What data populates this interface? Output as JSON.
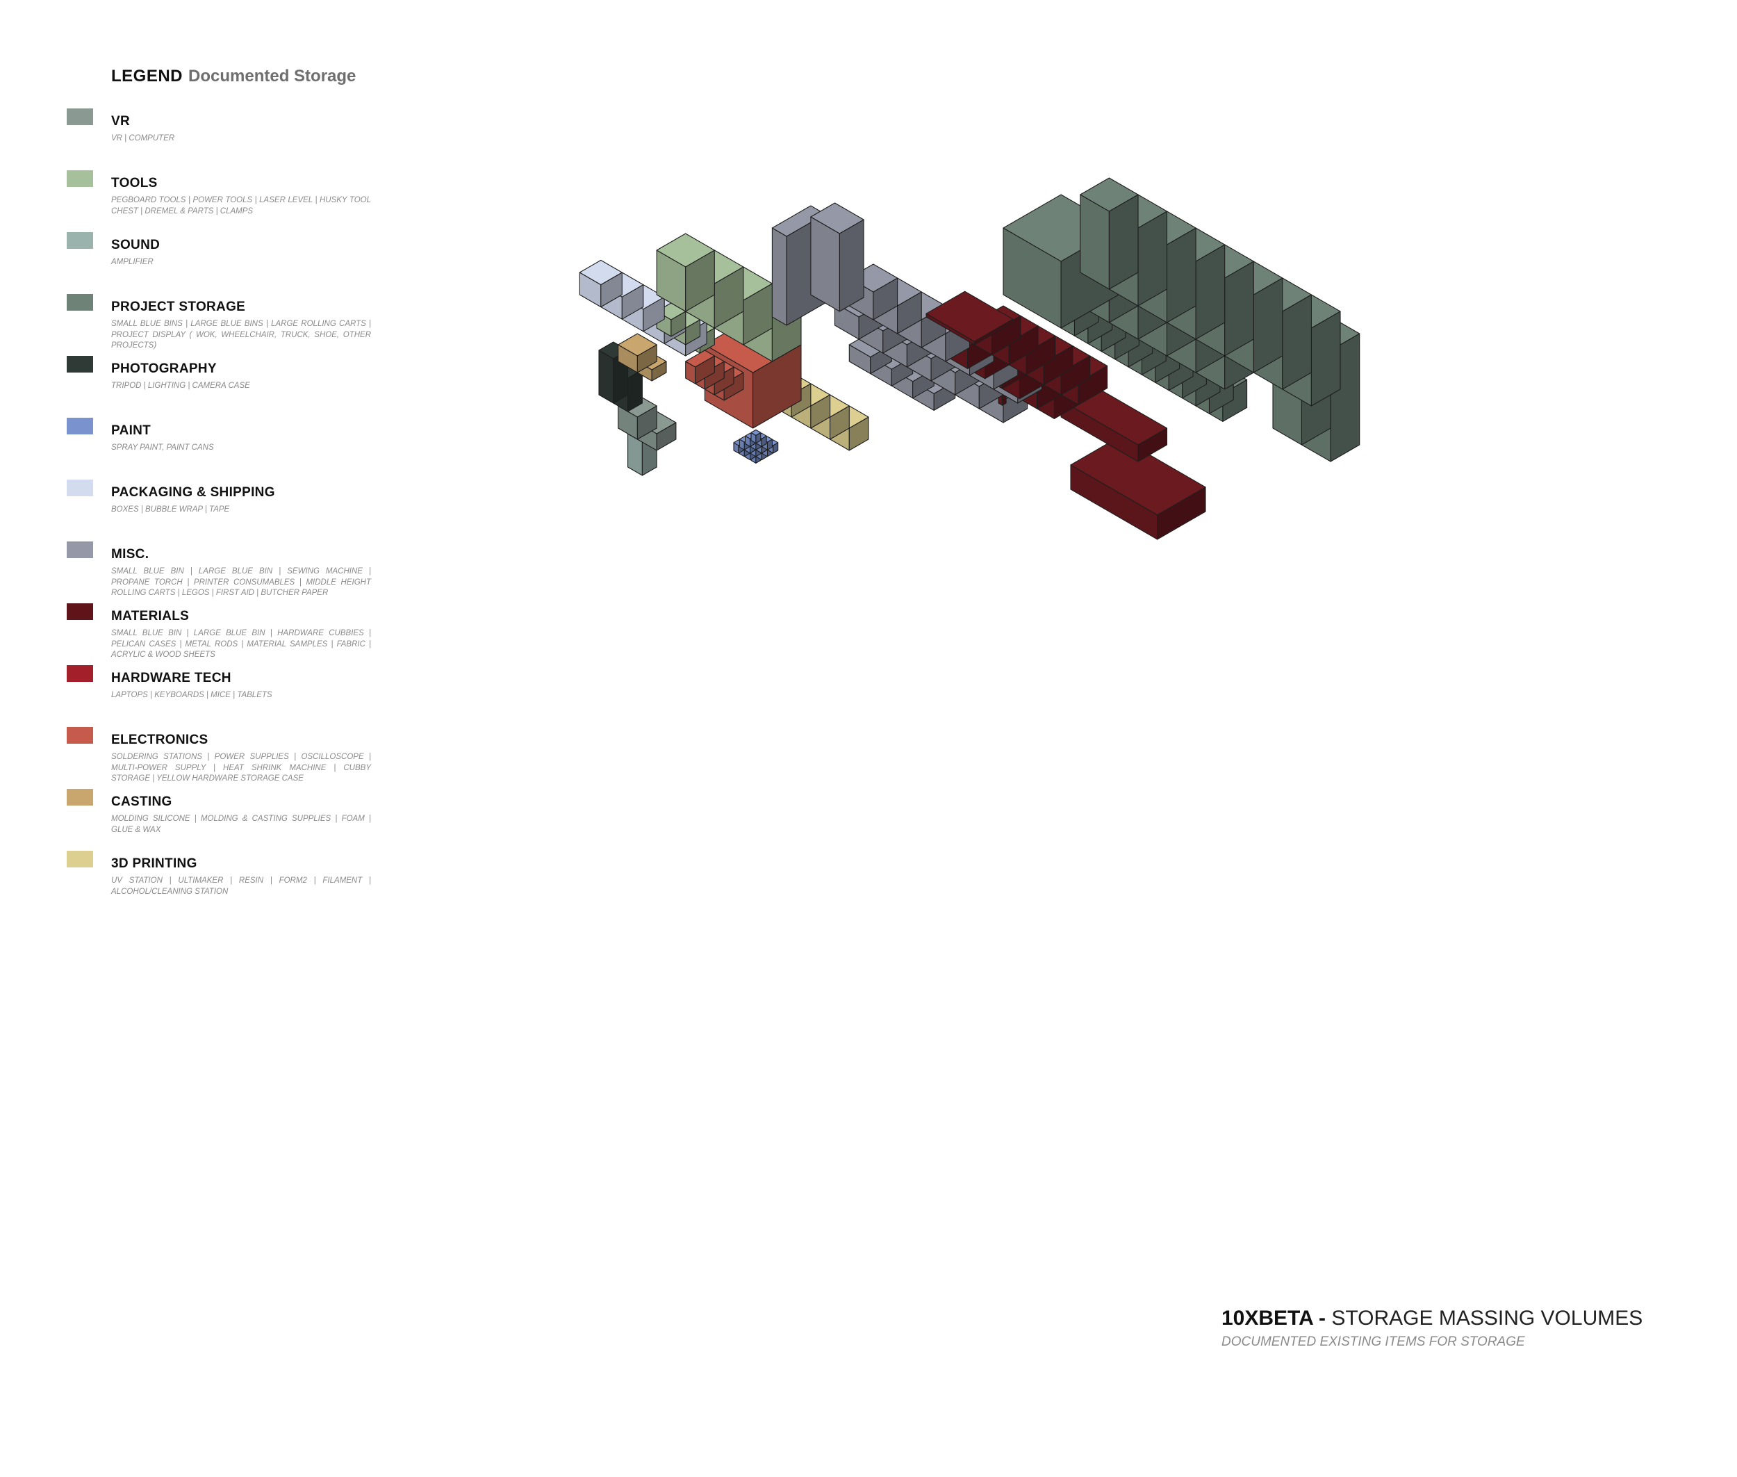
{
  "legend": {
    "title": "LEGEND",
    "subtitle": "Documented Storage",
    "items": [
      {
        "label": "VR",
        "desc": "VR | COMPUTER",
        "color": "#8a9a93"
      },
      {
        "label": "TOOLS",
        "desc": "PEGBOARD TOOLS | POWER TOOLS | LASER LEVEL | HUSKY TOOL CHEST | DREMEL & PARTS | CLAMPS",
        "color": "#a6c09b"
      },
      {
        "label": "SOUND",
        "desc": "AMPLIFIER",
        "color": "#9bb3ad"
      },
      {
        "label": "PROJECT STORAGE",
        "desc": "SMALL BLUE BINS | LARGE BLUE BINS | LARGE ROLLING CARTS | PROJECT DISPLAY ( WOK, WHEELCHAIR, TRUCK, SHOE, OTHER PROJECTS)",
        "color": "#6e8278"
      },
      {
        "label": "PHOTOGRAPHY",
        "desc": "TRIPOD | LIGHTING | CAMERA CASE",
        "color": "#2f3a36"
      },
      {
        "label": "PAINT",
        "desc": "SPRAY PAINT, PAINT CANS",
        "color": "#7a93cf"
      },
      {
        "label": "PACKAGING & SHIPPING",
        "desc": "BOXES | BUBBLE WRAP | TAPE",
        "color": "#d3dbef"
      },
      {
        "label": "MISC.",
        "desc": "SMALL BLUE BIN | LARGE BLUE BIN | SEWING MACHINE | PROPANE TORCH | PRINTER CONSUMABLES | MIDDLE HEIGHT ROLLING CARTS | LEGOS | FIRST AID | BUTCHER PAPER",
        "color": "#9598a6"
      },
      {
        "label": "MATERIALS",
        "desc": "SMALL BLUE BIN | LARGE BLUE BIN | HARDWARE CUBBIES | PELICAN CASES | METAL RODS | MATERIAL SAMPLES | FABRIC | ACRYLIC & WOOD SHEETS",
        "color": "#5e1419"
      },
      {
        "label": "HARDWARE TECH",
        "desc": "LAPTOPS | KEYBOARDS | MICE | TABLETS",
        "color": "#a3202a"
      },
      {
        "label": "ELECTRONICS",
        "desc": "SOLDERING STATIONS | POWER SUPPLIES | OSCILLOSCOPE | MULTI-POWER SUPPLY | HEAT SHRINK MACHINE | CUBBY STORAGE | YELLOW HARDWARE STORAGE CASE",
        "color": "#c65b4c"
      },
      {
        "label": "CASTING",
        "desc": "MOLDING SILICONE | MOLDING & CASTING SUPPLIES | FOAM | GLUE & WAX",
        "color": "#c8a66e"
      },
      {
        "label": "3D PRINTING",
        "desc": "UV STATION | ULTIMAKER | RESIN | FORM2 | FILAMENT | ALCOHOL/CLEANING STATION",
        "color": "#dccf8f"
      }
    ]
  },
  "title_block": {
    "bold": "10XBETA -",
    "rest": " STORAGE MASSING VOLUMES",
    "subtitle": "DOCUMENTED EXISTING ITEMS FOR STORAGE"
  },
  "massing": {
    "project_storage": "#6e8278",
    "materials": "#6b1a20",
    "misc": "#9598a6",
    "tools": "#a6c09b",
    "packaging": "#d3dbef",
    "casting": "#c8a66e",
    "printing": "#dccf8f",
    "electronics": "#c65b4c",
    "paint": "#7a93cf",
    "photography": "#2f3a36",
    "sound": "#9bb3ad",
    "vr": "#8a9a93"
  }
}
